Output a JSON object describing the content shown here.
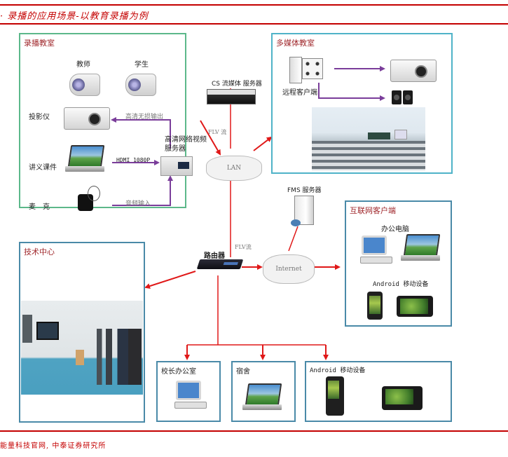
{
  "header": {
    "title": "· 录播的应用场景-以教育录播为例"
  },
  "footer": {
    "source": "能量科技官网, 中泰证券研究所"
  },
  "colors": {
    "accent_red": "#c40000",
    "panel_green": "#5cb88a",
    "panel_cyan": "#4fb3c8",
    "panel_blue": "#4a8aa8",
    "flow_red": "#e01818",
    "flow_purple": "#7a3d9a",
    "panel_title": "#a0282c"
  },
  "recording_classroom": {
    "title": "录播教室",
    "teacher_label": "教师",
    "student_label": "学生",
    "projector_label": "投影仪",
    "courseware_label": "讲义课件",
    "mic_label": "麦　克",
    "server_label": "高清网络视频服务器",
    "hd_out_label": "高清无损输出",
    "hdmi_label": "HDMI 1080P",
    "audio_in_label": "音频输入",
    "icons": [
      "camera-icon",
      "camera-icon",
      "projector-icon",
      "laptop-icon",
      "microphone-icon",
      "video-server-icon"
    ]
  },
  "cs_server": {
    "label": "CS 流媒体 服务器",
    "flv_label": "FLV 流"
  },
  "lan": {
    "label": "LAN"
  },
  "multimedia_classroom": {
    "title": "多媒体教室",
    "remote_client_label": "远程客户端",
    "icons": [
      "remote-client-icon",
      "projector-icon",
      "speaker-icon",
      "classroom-photo"
    ]
  },
  "fms_server": {
    "label": "FMS 服务器"
  },
  "router": {
    "label": "路由器",
    "flv_label": "FLV流"
  },
  "internet": {
    "label": "Internet"
  },
  "internet_clients": {
    "title": "互联网客户端",
    "office_pc_label": "办公电脑",
    "mobile_label": "Android 移动设备",
    "icons": [
      "desktop-pc-icon",
      "laptop-icon",
      "phone-icon",
      "tablet-icon"
    ]
  },
  "tech_center": {
    "title": "技术中心",
    "icons": [
      "tech-center-photo"
    ]
  },
  "principal_office": {
    "title": "校长办公室",
    "icons": [
      "desktop-pc-icon"
    ]
  },
  "dormitory": {
    "title": "宿舍",
    "icons": [
      "laptop-icon"
    ]
  },
  "android_devices": {
    "title": "Android 移动设备",
    "icons": [
      "phone-icon",
      "tablet-icon"
    ]
  }
}
